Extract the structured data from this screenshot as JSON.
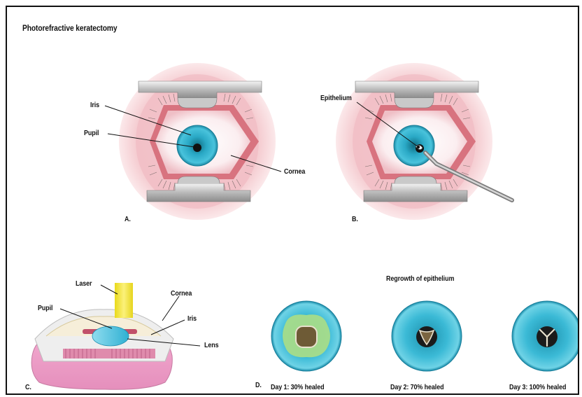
{
  "title": "Photorefractive keratectomy",
  "panels": {
    "a": {
      "letter": "A.",
      "iris": "Iris",
      "pupil": "Pupil",
      "cornea": "Cornea"
    },
    "b": {
      "letter": "B.",
      "epithelium": "Epithelium"
    },
    "c": {
      "letter": "C.",
      "laser": "Laser",
      "cornea": "Cornea",
      "pupil": "Pupil",
      "iris": "Iris",
      "lens": "Lens"
    },
    "d": {
      "letter": "D.",
      "heading": "Regrowth of epithelium",
      "stages": [
        {
          "label": "Day 1: 30% healed"
        },
        {
          "label": "Day 2: 70% healed"
        },
        {
          "label": "Day 3: 100% healed"
        }
      ]
    }
  },
  "colors": {
    "iris": "#2fb4cf",
    "skin": "#f3c7cb",
    "lid": "#d3707c",
    "laser": "#f1e23a",
    "pupil_wound": "#6e5b36",
    "epithelium_unhealed": "#a6dc8a"
  }
}
